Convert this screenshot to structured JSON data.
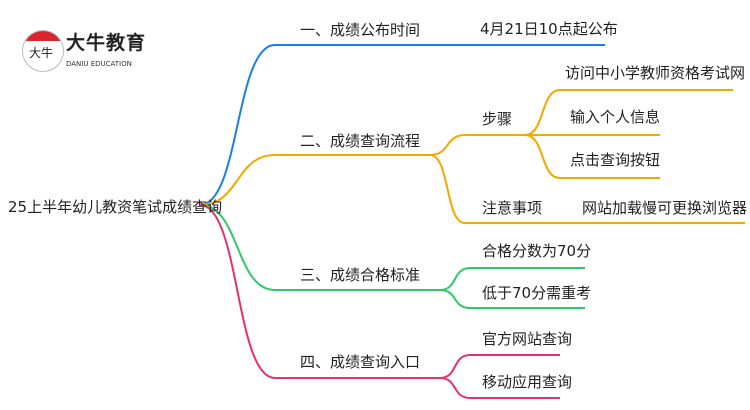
{
  "logo": {
    "name": "大牛教育",
    "subtitle": "DANIU EDUCATION",
    "mark": "大牛"
  },
  "root": {
    "label": "25上半年幼儿教资笔试成绩查询"
  },
  "colors": {
    "blue": "#1a7cf5",
    "orange": "#f5a800",
    "green": "#2ec86a",
    "pink": "#e8306a"
  },
  "branches": [
    {
      "label": "一、成绩公布时间",
      "children": [
        {
          "label": "4月21日10点起公布"
        }
      ]
    },
    {
      "label": "二、成绩查询流程",
      "children": [
        {
          "label": "步骤",
          "children": [
            {
              "label": "访问中小学教师资格考试网"
            },
            {
              "label": "输入个人信息"
            },
            {
              "label": "点击查询按钮"
            }
          ]
        },
        {
          "label": "注意事项",
          "children": [
            {
              "label": "网站加载慢可更换浏览器"
            }
          ]
        }
      ]
    },
    {
      "label": "三、成绩合格标准",
      "children": [
        {
          "label": "合格分数为70分"
        },
        {
          "label": "低于70分需重考"
        }
      ]
    },
    {
      "label": "四、成绩查询入口",
      "children": [
        {
          "label": "官方网站查询"
        },
        {
          "label": "移动应用查询"
        }
      ]
    }
  ]
}
